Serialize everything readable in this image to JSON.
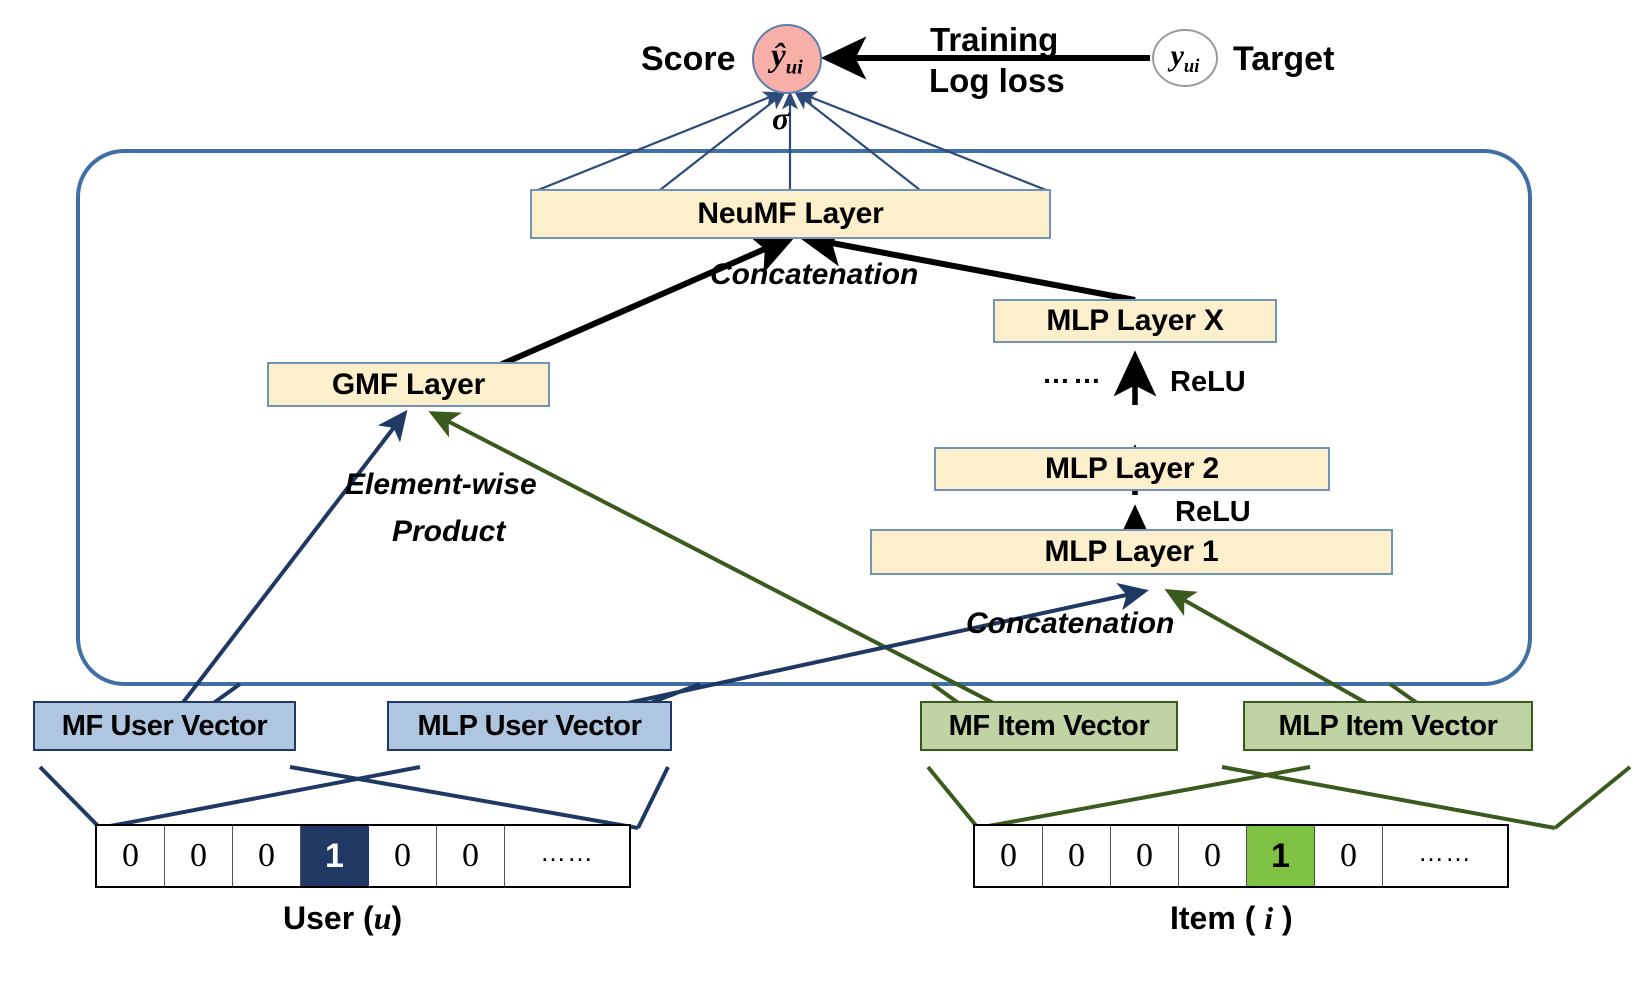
{
  "diagram": {
    "title": "Neural Matrix Factorization (NeuMF) model architecture",
    "colors": {
      "layer_fill": "#FCEFCB",
      "layer_border": "#7093B6",
      "user_fill": "#AFC6E0",
      "user_border": "#1F3864",
      "item_fill": "#BFD3A5",
      "item_border": "#3A5A1E",
      "score_fill": "#F8AFA8",
      "hot_user": "#1F3864",
      "hot_item": "#7DC242",
      "container_border": "#3F6FA5"
    }
  },
  "top": {
    "score_label": "Score",
    "score_value": "ŷ",
    "score_sub": "ui",
    "sigma": "σ",
    "training_line1": "Training",
    "training_line2": "Log loss",
    "target_value": "y",
    "target_sub": "ui",
    "target_label": "Target"
  },
  "layers": {
    "neumf": "NeuMF Layer",
    "gmf": "GMF Layer",
    "mlp_x": "MLP Layer X",
    "mlp_2": "MLP Layer 2",
    "mlp_1": "MLP Layer 1"
  },
  "edge_labels": {
    "concat_top": "Concatenation",
    "concat_bottom": "Concatenation",
    "elementwise_line1": "Element-wise",
    "elementwise_line2": "Product",
    "relu_upper": "ReLU",
    "relu_lower": "ReLU",
    "dots": "……"
  },
  "embeddings": {
    "mf_user": "MF User Vector",
    "mlp_user": "MLP User Vector",
    "mf_item": "MF Item Vector",
    "mlp_item": "MLP Item Vector"
  },
  "inputs": {
    "user": {
      "caption_prefix": "User (",
      "caption_var": "u",
      "caption_suffix": ")",
      "cells": [
        "0",
        "0",
        "0",
        "1",
        "0",
        "0",
        "……"
      ],
      "hot_index": 3
    },
    "item": {
      "caption_prefix": "Item ( ",
      "caption_var": "i",
      "caption_suffix": " )",
      "cells": [
        "0",
        "0",
        "0",
        "0",
        "1",
        "0",
        "……"
      ],
      "hot_index": 4
    }
  }
}
